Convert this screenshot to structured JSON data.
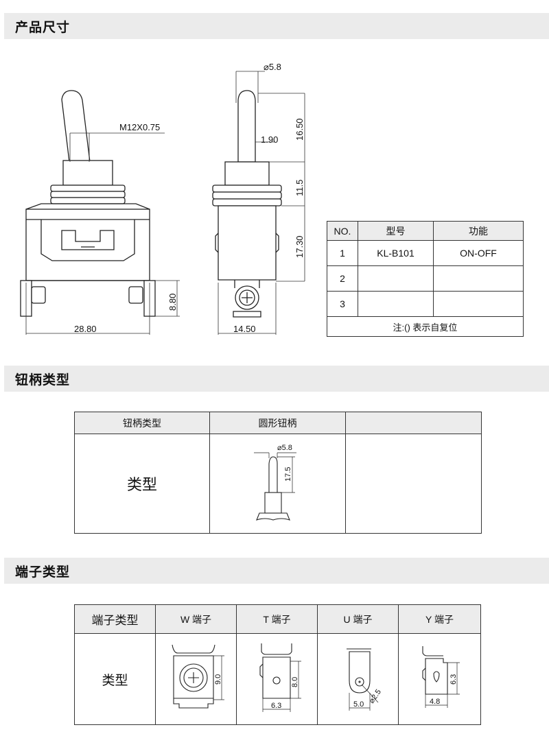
{
  "sections": {
    "dimensions": "产品尺寸",
    "handle": "钮柄类型",
    "terminal": "端子类型"
  },
  "drawing": {
    "thread": "M12X0.75",
    "phi_58": "⌀5.8",
    "d_190": "1.90",
    "d_1650": "16.50",
    "d_115": "11.5",
    "d_1730": "17.30",
    "d_880": "8.80",
    "d_2880": "28.80",
    "d_1450": "14.50"
  },
  "spec_table": {
    "headers": [
      "NO.",
      "型号",
      "功能"
    ],
    "rows": [
      {
        "no": "1",
        "model": "KL-B101",
        "function": "ON-OFF"
      },
      {
        "no": "2",
        "model": "",
        "function": ""
      },
      {
        "no": "3",
        "model": "",
        "function": ""
      }
    ],
    "note": "注:() 表示自复位"
  },
  "handle_table": {
    "headers": [
      "钮柄类型",
      "圆形钮柄",
      ""
    ],
    "row_label": "类型",
    "dim_phi": "⌀5.8",
    "dim_len": "17.5"
  },
  "terminal_table": {
    "headers": [
      "端子类型",
      "W  端子",
      "T 端子",
      "U 端子",
      "Y 端子"
    ],
    "row_label": "类型",
    "dims": {
      "w_h": "9.0",
      "t_h": "8.0",
      "t_w": "6.3",
      "u_w": "5.0",
      "u_d": "⌀2.5",
      "y_h": "6.3",
      "y_w": "4.8"
    }
  }
}
